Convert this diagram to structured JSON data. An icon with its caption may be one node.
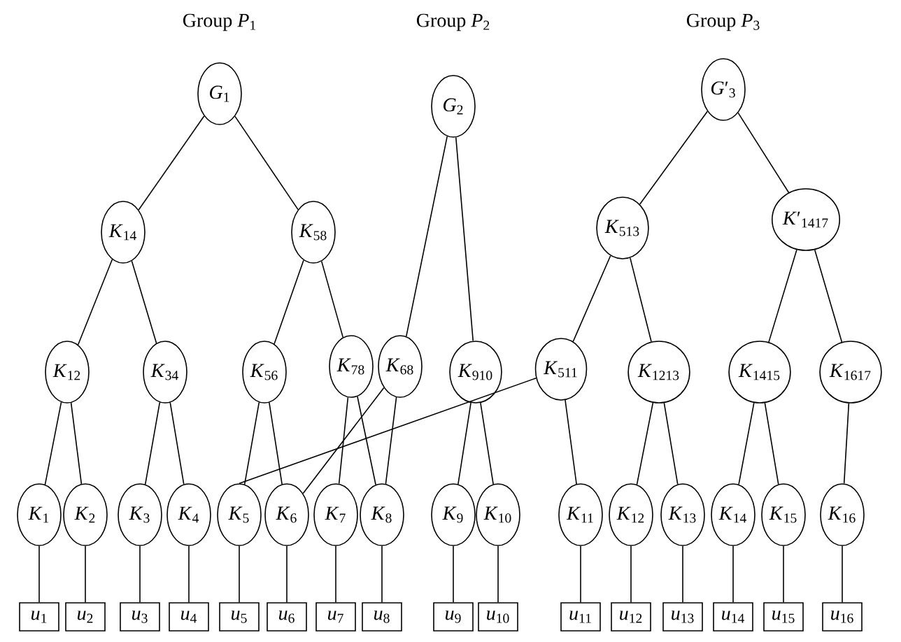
{
  "diagram": {
    "nodes": [
      {
        "text": [
          "*G*$_{1}$"
        ]
      },
      {
        "text": [
          "*G*$_{2}$"
        ]
      },
      {
        "text": [
          "*G*′$_{3}$"
        ]
      },
      {
        "text": [
          "*K*$_{14}$"
        ]
      },
      {
        "text": [
          "*K*$_{58}$"
        ]
      },
      {
        "text": [
          "*K*$_{513}$"
        ]
      },
      {
        "text": [
          "*K*′$_{1417}$"
        ]
      },
      {
        "text": [
          "*K*$_{12}$"
        ]
      },
      {
        "text": [
          "*K*$_{34}$"
        ]
      },
      {
        "text": [
          "*K*$_{56}$"
        ]
      },
      {
        "text": [
          "*K*$_{78}$"
        ]
      },
      {
        "text": [
          "*K*$_{68}$"
        ]
      },
      {
        "text": [
          "*K*$_{910}$"
        ]
      },
      {
        "text": [
          "*K*$_{511}$"
        ]
      },
      {
        "text": [
          "*K*$_{1213}$"
        ]
      },
      {
        "text": [
          "*K*$_{1415}$"
        ]
      },
      {
        "text": [
          "*K*$_{1617}$"
        ]
      },
      {
        "text": [
          "*K*$_{1}$"
        ]
      },
      {
        "text": [
          "*K*$_{2}$"
        ]
      },
      {
        "text": [
          "*K*$_{3}$"
        ]
      },
      {
        "text": [
          "*K*$_{4}$"
        ]
      },
      {
        "text": [
          "*K*$_{5}$"
        ]
      },
      {
        "text": [
          "*K*$_{6}$"
        ]
      },
      {
        "text": [
          "*K*$_{7}$"
        ]
      },
      {
        "text": [
          "*K*$_{8}$"
        ]
      },
      {
        "text": [
          "*K*$_{9}$"
        ]
      },
      {
        "text": [
          "*K*$_{10}$"
        ]
      },
      {
        "text": [
          "*K*$_{11}$"
        ]
      },
      {
        "text": [
          "*K*$_{12}$"
        ]
      },
      {
        "text": [
          "*K*$_{13}$"
        ]
      },
      {
        "text": [
          "*K*$_{14}$"
        ]
      },
      {
        "text": [
          "*K*$_{15}$"
        ]
      },
      {
        "text": [
          "*K*$_{16}$"
        ]
      },
      {
        "text": [
          "*u*$_{1}$"
        ]
      },
      {
        "text": [
          "*u*$_{2}$"
        ]
      },
      {
        "text": [
          "*u*$_{3}$"
        ]
      },
      {
        "text": [
          "*u*$_{4}$"
        ]
      },
      {
        "text": [
          "*u*$_{5}$"
        ]
      },
      {
        "text": [
          "*u*$_{6}$"
        ]
      },
      {
        "text": [
          "*u*$_{7}$"
        ]
      },
      {
        "text": [
          "*u*$_{8}$"
        ]
      },
      {
        "text": [
          "*u*$_{9}$"
        ]
      },
      {
        "text": [
          "*u*$_{10}$"
        ]
      },
      {
        "text": [
          "*u*$_{11}$"
        ]
      },
      {
        "text": [
          "*u*$_{12}$"
        ]
      },
      {
        "text": [
          "*u*$_{13}$"
        ]
      },
      {
        "text": [
          "*u*$_{14}$"
        ]
      },
      {
        "text": [
          "*u*$_{15}$"
        ]
      },
      {
        "text": [
          "*u*$_{16}$"
        ]
      }
    ],
    "edges": [
      {
        "from": 0,
        "to": 3,
        "arrow": "none"
      },
      {
        "from": 0,
        "to": 4,
        "arrow": "none"
      },
      {
        "from": 1,
        "to": 11,
        "arrow": "none"
      },
      {
        "from": 1,
        "to": 12,
        "arrow": "none"
      },
      {
        "from": 2,
        "to": 5,
        "arrow": "none"
      },
      {
        "from": 2,
        "to": 6,
        "arrow": "none"
      },
      {
        "from": 3,
        "to": 7,
        "arrow": "none"
      },
      {
        "from": 3,
        "to": 8,
        "arrow": "none"
      },
      {
        "from": 4,
        "to": 9,
        "arrow": "none"
      },
      {
        "from": 4,
        "to": 10,
        "arrow": "none"
      },
      {
        "from": 5,
        "to": 13,
        "arrow": "none"
      },
      {
        "from": 5,
        "to": 14,
        "arrow": "none"
      },
      {
        "from": 6,
        "to": 15,
        "arrow": "none"
      },
      {
        "from": 6,
        "to": 16,
        "arrow": "none"
      },
      {
        "from": 7,
        "to": 17,
        "arrow": "none"
      },
      {
        "from": 7,
        "to": 18,
        "arrow": "none"
      },
      {
        "from": 8,
        "to": 19,
        "arrow": "none"
      },
      {
        "from": 8,
        "to": 20,
        "arrow": "none"
      },
      {
        "from": 9,
        "to": 21,
        "arrow": "none"
      },
      {
        "from": 9,
        "to": 22,
        "arrow": "none"
      },
      {
        "from": 10,
        "to": 23,
        "arrow": "none"
      },
      {
        "from": 10,
        "to": 24,
        "arrow": "none"
      },
      {
        "from": 11,
        "to": 22,
        "arrow": "none"
      },
      {
        "from": 11,
        "to": 24,
        "arrow": "none"
      },
      {
        "from": 12,
        "to": 25,
        "arrow": "none"
      },
      {
        "from": 12,
        "to": 26,
        "arrow": "none"
      },
      {
        "from": 13,
        "to": 21,
        "arrow": "none"
      },
      {
        "from": 13,
        "to": 27,
        "arrow": "none"
      },
      {
        "from": 14,
        "to": 28,
        "arrow": "none"
      },
      {
        "from": 14,
        "to": 29,
        "arrow": "none"
      },
      {
        "from": 15,
        "to": 30,
        "arrow": "none"
      },
      {
        "from": 15,
        "to": 31,
        "arrow": "none"
      },
      {
        "from": 16,
        "to": 32,
        "arrow": "none"
      },
      {
        "from": 17,
        "to": 33,
        "arrow": "none"
      },
      {
        "from": 18,
        "to": 34,
        "arrow": "none"
      },
      {
        "from": 19,
        "to": 35,
        "arrow": "none"
      },
      {
        "from": 20,
        "to": 36,
        "arrow": "none"
      },
      {
        "from": 21,
        "to": 37,
        "arrow": "none"
      },
      {
        "from": 22,
        "to": 38,
        "arrow": "none"
      },
      {
        "from": 23,
        "to": 39,
        "arrow": "none"
      },
      {
        "from": 24,
        "to": 40,
        "arrow": "none"
      },
      {
        "from": 25,
        "to": 41,
        "arrow": "none"
      },
      {
        "from": 26,
        "to": 42,
        "arrow": "none"
      },
      {
        "from": 27,
        "to": 43,
        "arrow": "none"
      },
      {
        "from": 28,
        "to": 44,
        "arrow": "none"
      },
      {
        "from": 29,
        "to": 45,
        "arrow": "none"
      },
      {
        "from": 30,
        "to": 46,
        "arrow": "none"
      },
      {
        "from": 31,
        "to": 47,
        "arrow": "none"
      },
      {
        "from": 32,
        "to": 48,
        "arrow": "none"
      }
    ],
    "labels": [
      "Group *P*$_{1}$",
      "Group *P*$_{2}$",
      "Group *P*$_{3}$"
    ]
  }
}
